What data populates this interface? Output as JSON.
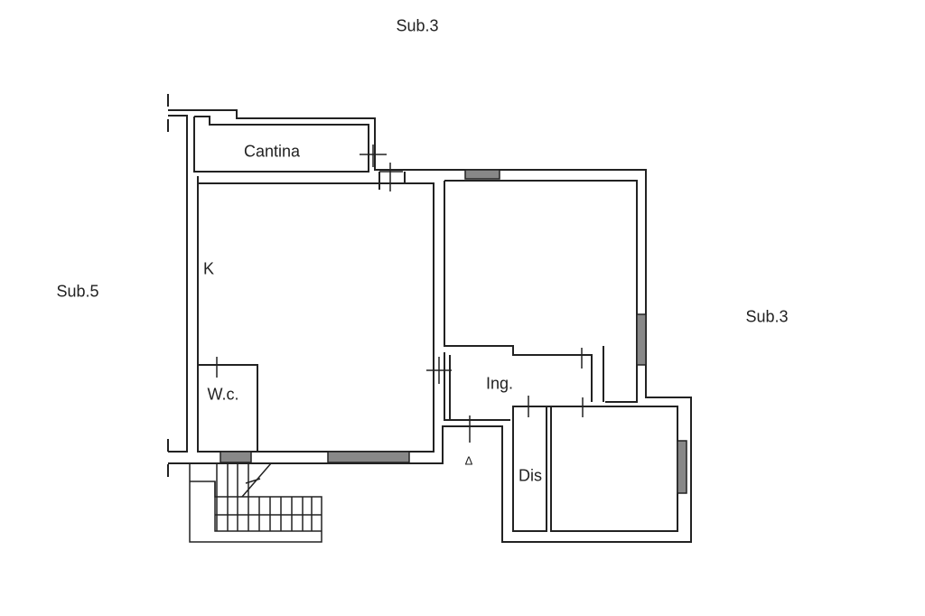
{
  "neighbors": {
    "top": "Sub.3",
    "left": "Sub.5",
    "right": "Sub.3"
  },
  "rooms": {
    "cellar": "Cantina",
    "kitchen": "K",
    "toilet": "W.c.",
    "entrance": "Ing.",
    "storage": "Dis"
  },
  "entrance_marker": "Δ"
}
